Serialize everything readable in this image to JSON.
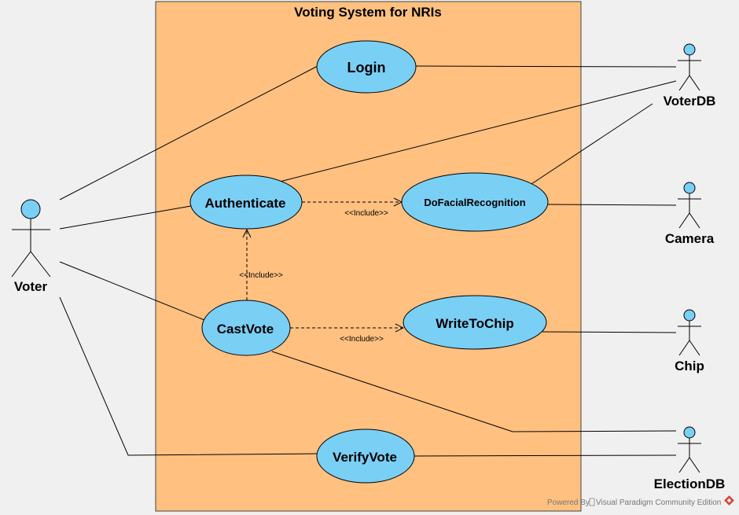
{
  "diagram": {
    "title": "Voting System for NRIs",
    "colors": {
      "background": "#f0f0f0",
      "boundary_fill": "#ffc080",
      "boundary_stroke": "#444444",
      "usecase_fill": "#7acff5",
      "actor_fill": "#7acff5",
      "line": "#000000"
    },
    "actors": {
      "voter": "Voter",
      "voterdb": "VoterDB",
      "camera": "Camera",
      "chip": "Chip",
      "electiondb": "ElectionDB"
    },
    "usecases": {
      "login": "Login",
      "authenticate": "Authenticate",
      "facial": "DoFacialRecognition",
      "castvote": "CastVote",
      "writetochip": "WriteToChip",
      "verifyvote": "VerifyVote"
    },
    "relations": {
      "include_auth_facial": "<<Include>>",
      "include_cast_auth": "<<Include>>",
      "include_cast_chip": "<<Include>>"
    },
    "footer": {
      "powered_by": "Powered By",
      "edition": "Visual Paradigm Community Edition"
    }
  }
}
